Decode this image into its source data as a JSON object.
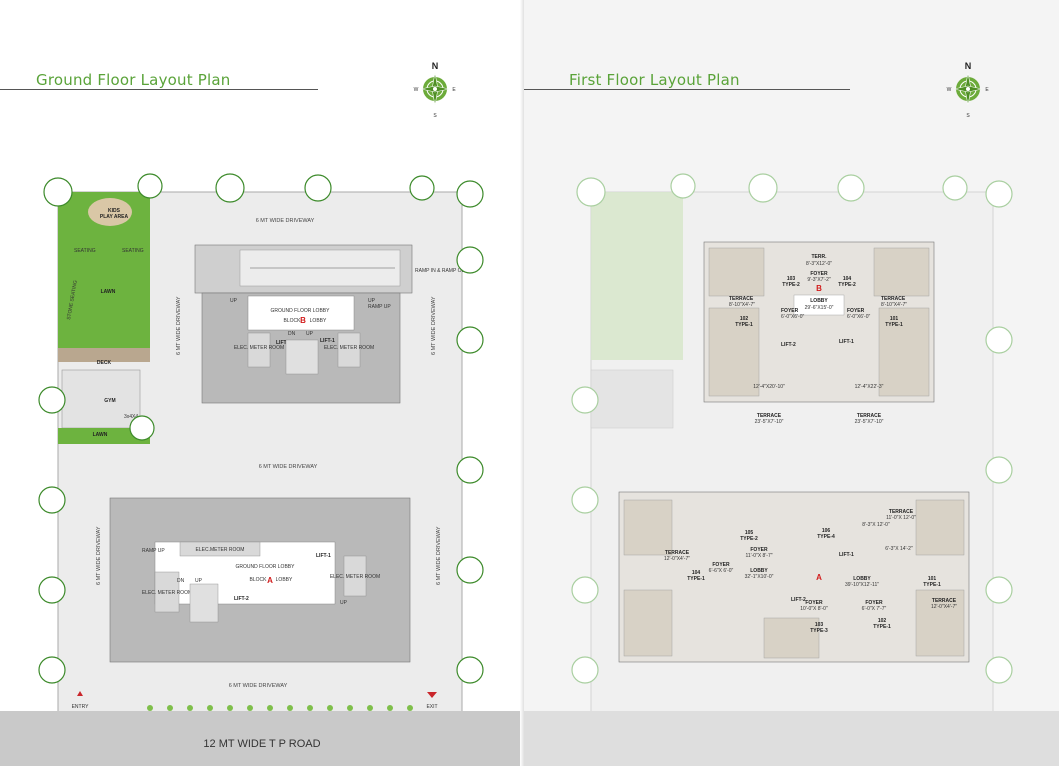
{
  "left_page": {
    "title": "Ground Floor Layout Plan",
    "compass": {
      "n": "N",
      "s": "S",
      "e": "E",
      "w": "W"
    },
    "road": "12 MT WIDE T P ROAD",
    "driveways": {
      "top": "6 MT WIDE DRIVEWAY",
      "middle": "6 MT WIDE DRIVEWAY",
      "bottom": "6 MT WIDE DRIVEWAY",
      "left_upper": "6 MT WIDE DRIVEWAY",
      "right_upper": "6 MT WIDE DRIVEWAY",
      "left_lower": "6 MT WIDE DRIVEWAY",
      "right_lower": "6 MT WIDE DRIVEWAY"
    },
    "garden": {
      "kids": "KIDS",
      "play_area": "PLAY AREA",
      "seating_1": "SEATING",
      "seating_2": "SEATING",
      "lawn": "LAWN",
      "stone_seating": "STONE SEATING",
      "deck": "DECK",
      "gym": "GYM",
      "gym_dim": "3x4X4",
      "lawn_2": "LAWN"
    },
    "block_b": {
      "ramp": "RAMP IN & RAMP OUT",
      "lobby_1": "GROUND FLOOR LOBBY",
      "lobby_2": "BLOCK",
      "lobby_letter": "B",
      "lobby_3": "LOBBY",
      "elec_1": "ELEC. METER ROOM",
      "elec_2": "ELEC. METER ROOM",
      "lift_1": "LIFT-1",
      "lift_2": "LIFT-2",
      "up_1": "UP",
      "up_2": "UP",
      "dn": "DN",
      "up_3": "UP",
      "ramp_up": "RAMP UP"
    },
    "block_a": {
      "ramp_up": "RAMP UP",
      "elec_top": "ELEC.METER ROOM",
      "elec_left": "ELEC. METER ROOM",
      "elec_right": "ELEC. METER ROOM",
      "lobby_1": "GROUND FLOOR LOBBY",
      "lobby_2": "BLOCK",
      "lobby_letter": "A",
      "lobby_3": "LOBBY",
      "lift_1": "LIFT-1",
      "lift_2": "LIFT-2",
      "dn": "DN",
      "up": "UP",
      "up_2": "UP"
    },
    "entry": "ENTRY",
    "exit": "EXIT"
  },
  "right_page": {
    "title": "First Floor Layout Plan",
    "compass": {
      "n": "N",
      "s": "S",
      "e": "E",
      "w": "W"
    },
    "block_b": {
      "letter": "B",
      "lobby": "LOBBY",
      "lobby_dim": "29'-6\"X15'-0\"",
      "term": "TERR.",
      "term_dim": "8'-3\"X12'-0\"",
      "foyer_top": "FOYER",
      "foyer_top_dim": "9'-3\"X7'-2\"",
      "u103": "103",
      "u103_type": "TYPE-2",
      "u104": "104",
      "u104_type": "TYPE-2",
      "u102": "102",
      "u102_type": "TYPE-1",
      "u101": "101",
      "u101_type": "TYPE-1",
      "terrace_l": "TERRACE",
      "terrace_l_dim": "8'-10\"X4'-7\"",
      "terrace_r": "TERRACE",
      "terrace_r_dim": "8'-10\"X4'-7\"",
      "foyer_l": "FOYER",
      "foyer_l_dim": "6'-0\"X6'-0\"",
      "foyer_r": "FOYER",
      "foyer_r_dim": "6'-0\"X6'-0\"",
      "lift_1": "LIFT-1",
      "lift_2": "LIFT-2",
      "room_l": "12'-4\"X20'-10\"",
      "room_r": "12'-4\"X22'-3\"",
      "terrace_bl": "TERRACE",
      "terrace_bl_dim": "23'-5\"X7'-10\"",
      "terrace_br": "TERRACE",
      "terrace_br_dim": "23'-5\"X7'-10\""
    },
    "block_a": {
      "letter": "A",
      "lobby_l": "LOBBY",
      "lobby_l_dim": "32'-1\"X10'-0\"",
      "lobby_r": "LOBBY",
      "lobby_r_dim": "39'-10\"X12'-11\"",
      "u105": "105",
      "u105_type": "TYPE-2",
      "u106": "106",
      "u106_type": "TYPE-4",
      "u104": "104",
      "u104_type": "TYPE-1",
      "u101": "101",
      "u101_type": "TYPE-1",
      "u103": "103",
      "u103_type": "TYPE-3",
      "u102": "102",
      "u102_type": "TYPE-1",
      "terrace_1": "TERRACE",
      "terrace_1_dim": "12'-0\"X4'-7\"",
      "terrace_2": "TERRACE",
      "terrace_2_dim": "12'-0\"X4'-7\"",
      "terrace_3": "TERRACE",
      "terrace_3_dim": "11'-0\"X 12'-0\"",
      "foyer_1": "FOYER",
      "foyer_1_dim": "11'-0\"X 8'-7\"",
      "foyer_2": "FOYER",
      "foyer_2_dim": "10'-0\"X 8'-0\"",
      "foyer_3": "FOYER",
      "foyer_3_dim": "6'-0\"X 7'-7\"",
      "foyer_4": "FOYER",
      "foyer_4_dim": "6'-6\"X 6'-0\"",
      "room_top": "8'-3\"X 12'-0\"",
      "room_right": "6'-3\"X 14'-2\"",
      "lift_1": "LIFT-1",
      "lift_2": "LIFT-2"
    }
  }
}
